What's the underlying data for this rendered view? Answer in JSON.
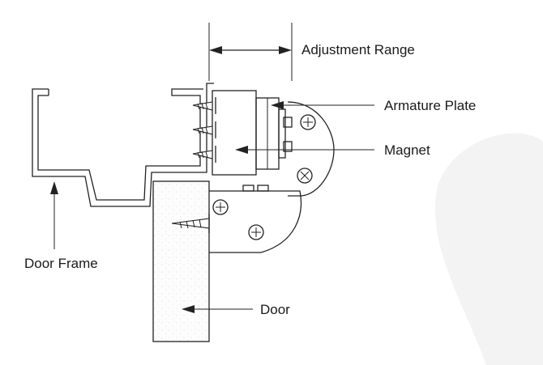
{
  "labels": {
    "adjustment_range": "Adjustment Range",
    "armature_plate": "Armature Plate",
    "magnet": "Magnet",
    "door_frame": "Door Frame",
    "door": "Door"
  },
  "colors": {
    "line": "#222222",
    "background": "#ffffff",
    "watermark": "#f2f2f2"
  }
}
